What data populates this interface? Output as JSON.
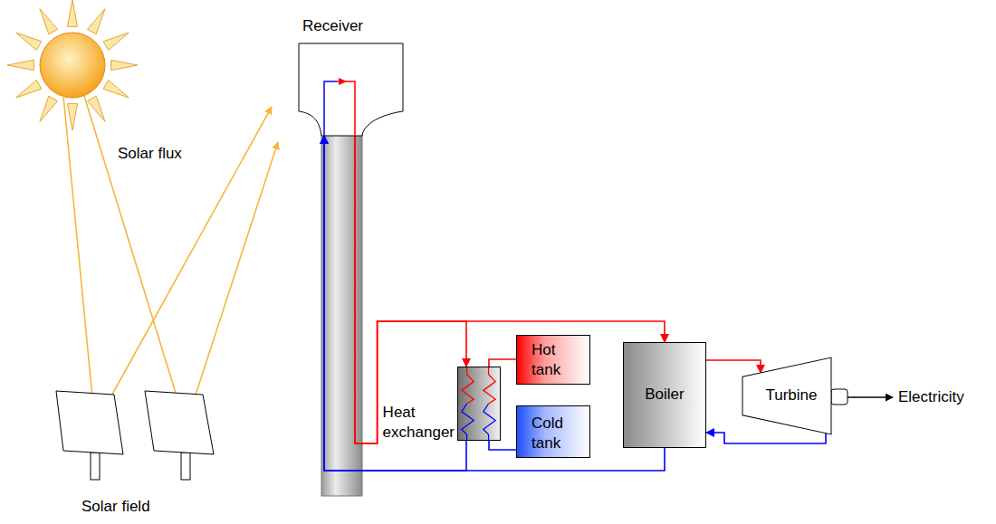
{
  "diagram": {
    "nodes": [
      {
        "text": [
          "Receiver"
        ]
      },
      {
        "text": [
          "Heat exchanger"
        ]
      },
      {
        "text": [
          "Hot tank"
        ]
      },
      {
        "text": [
          "Cold tank"
        ]
      },
      {
        "text": [
          "Boiler"
        ]
      },
      {
        "text": [
          "Turbine"
        ]
      }
    ],
    "edges": [
      {
        "from": 0,
        "to": 4,
        "arrow": "to"
      },
      {
        "from": 0,
        "to": 1,
        "arrow": "to"
      },
      {
        "from": 1,
        "to": 2,
        "arrow": "none"
      },
      {
        "from": 1,
        "to": 3,
        "arrow": "none"
      },
      {
        "from": 4,
        "to": 5,
        "arrow": "to"
      },
      {
        "from": 5,
        "to": 4,
        "arrow": "to"
      },
      {
        "from": 4,
        "to": 0,
        "arrow": "to"
      },
      {
        "from": 1,
        "to": 0,
        "arrow": "to"
      }
    ],
    "labels": [
      "Solar flux",
      "Solar field",
      "Electricity"
    ]
  }
}
